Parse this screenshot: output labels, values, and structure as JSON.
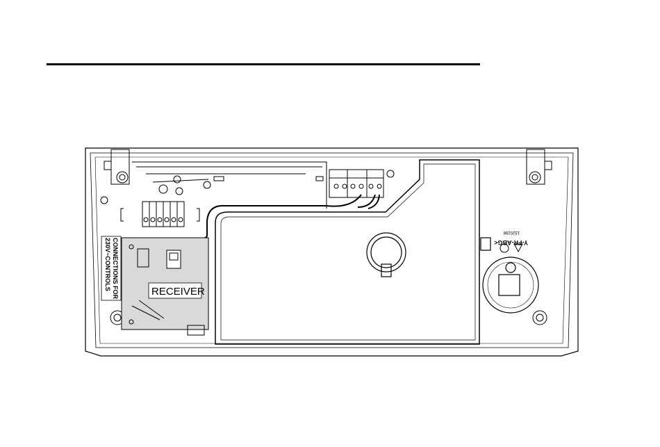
{
  "diagram": {
    "labels": {
      "receiver": "RECEIVER",
      "connections_line1": "CONNECTIONS FOR",
      "connections_line2": "230V~CONTROLS",
      "marking": "Y-FR-ABG<",
      "part_code": "1520298"
    }
  }
}
